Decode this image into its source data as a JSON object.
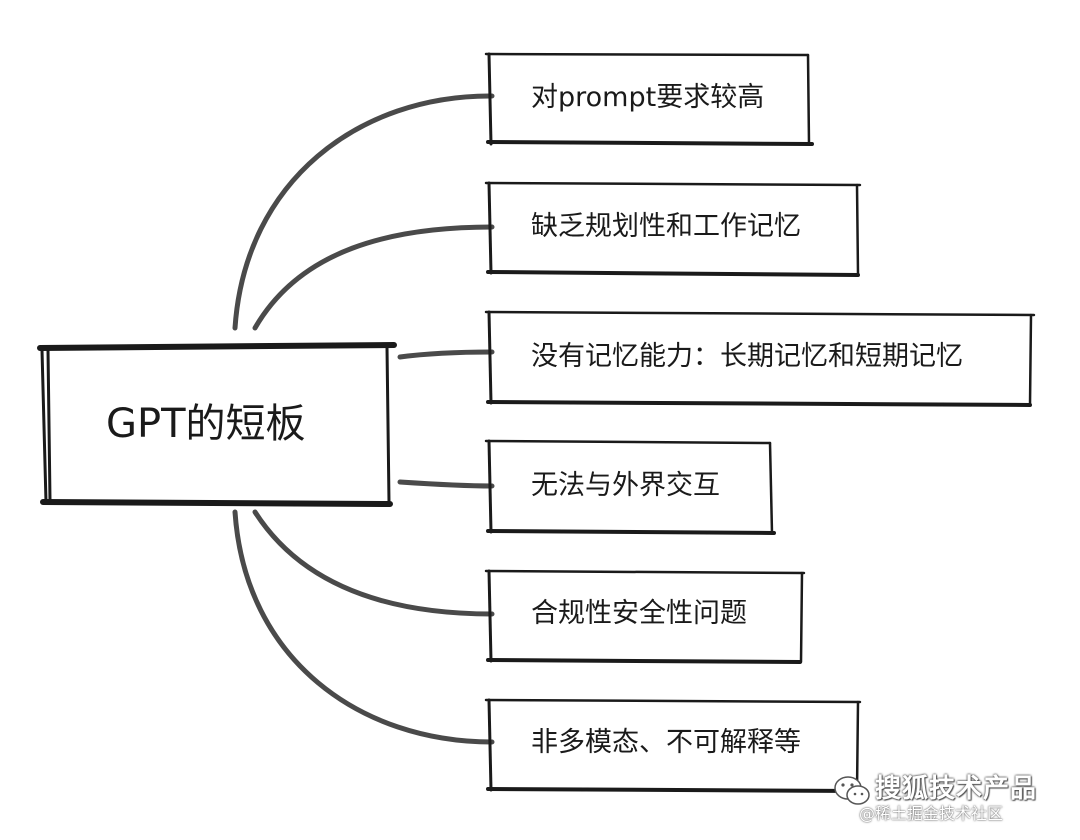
{
  "root": {
    "label": "GPT的短板"
  },
  "branches": [
    {
      "label": "对prompt要求较高"
    },
    {
      "label": "缺乏规划性和工作记忆"
    },
    {
      "label": "没有记忆能力：长期记忆和短期记忆"
    },
    {
      "label": "无法与外界交互"
    },
    {
      "label": "合规性安全性问题"
    },
    {
      "label": "非多模态、不可解释等"
    }
  ],
  "watermark": {
    "name": "搜狐技术产品",
    "sub": "@稀土掘金技术社区",
    "icon": "wechat-icon"
  },
  "colors": {
    "ink": "#1a1a1a",
    "connector": "#4a4a4a"
  }
}
